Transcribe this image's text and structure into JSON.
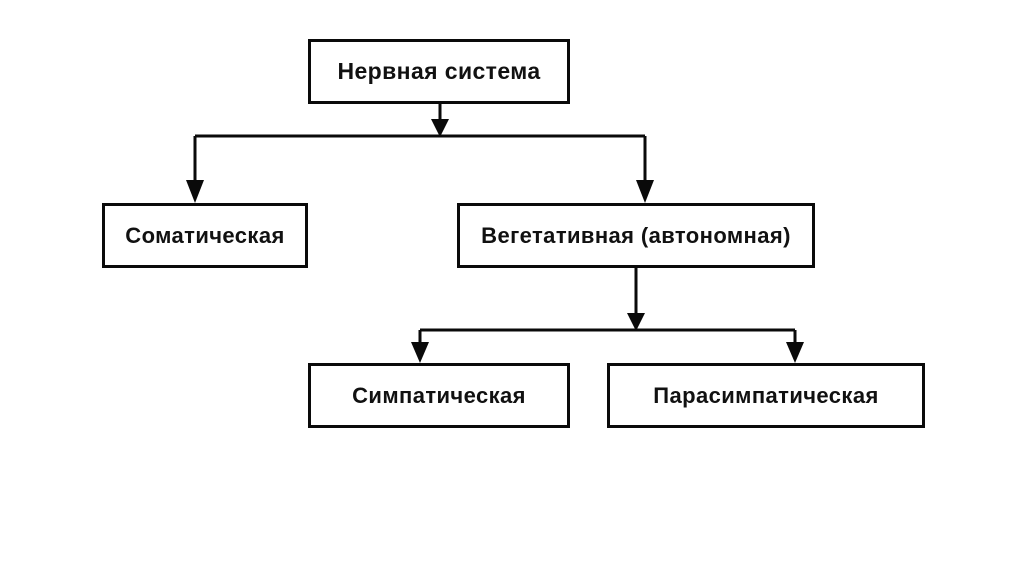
{
  "diagram": {
    "title": "Нервная система",
    "type": "hierarchy-tree",
    "colors": {
      "background": "#ffffff",
      "stroke": "#0a0a0a",
      "text": "#111111"
    },
    "nodes": [
      {
        "id": "root",
        "label": "Нервная система",
        "level": 1
      },
      {
        "id": "somatic",
        "label": "Соматическая",
        "level": 2
      },
      {
        "id": "vegetative",
        "label": "Вегетативная (автономная)",
        "level": 2
      },
      {
        "id": "sympathetic",
        "label": "Симпатическая",
        "level": 3
      },
      {
        "id": "parasympathetic",
        "label": "Парасимпатическая",
        "level": 3
      }
    ],
    "edges": [
      {
        "from": "root",
        "to": "somatic"
      },
      {
        "from": "root",
        "to": "vegetative"
      },
      {
        "from": "vegetative",
        "to": "sympathetic"
      },
      {
        "from": "vegetative",
        "to": "parasympathetic"
      }
    ]
  }
}
